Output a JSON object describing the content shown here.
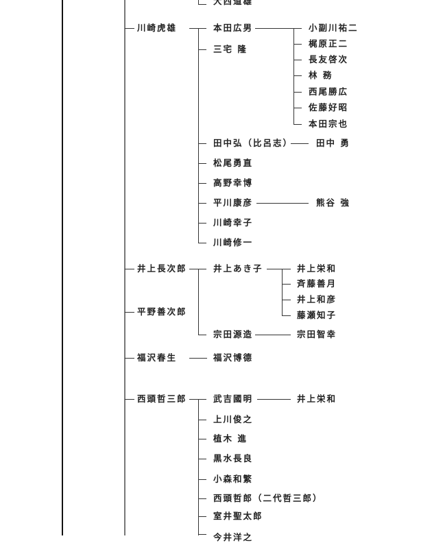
{
  "tree": {
    "top_cut": "大西道雄",
    "kawasaki": {
      "root": "川崎虎雄",
      "children": [
        "本田広男",
        "三宅 隆",
        "田中弘（比呂志）",
        "松尾勇直",
        "高野幸博",
        "平川康彦",
        "川崎幸子",
        "川崎修一"
      ],
      "honda_children": [
        "小副川祐二",
        "梶原正二",
        "長友啓次",
        "林 務",
        "西尾勝広",
        "佐藤好昭",
        "本田宗也"
      ],
      "tanaka_child": "田中 勇",
      "hirakawa_child": "熊谷 強"
    },
    "inoue": {
      "roots": [
        "井上長次郎",
        "平野善次郎"
      ],
      "children": [
        "井上あき子",
        "宗田源造"
      ],
      "akiko_children": [
        "井上栄和",
        "斉藤善月",
        "井上和彦",
        "藤瀬知子"
      ],
      "muneta_child": "宗田智幸"
    },
    "fukuzawa": {
      "root": "福沢春生",
      "child": "福沢博德"
    },
    "nishigashira": {
      "root": "西頭哲三郎",
      "children": [
        "武吉國明",
        "上川俊之",
        "植木 進",
        "黒水長良",
        "小森和繁",
        "西頭哲郎（二代哲三郎）",
        "室井聖太郎",
        "今井洋之"
      ],
      "takeyoshi_child": "井上栄和"
    }
  }
}
